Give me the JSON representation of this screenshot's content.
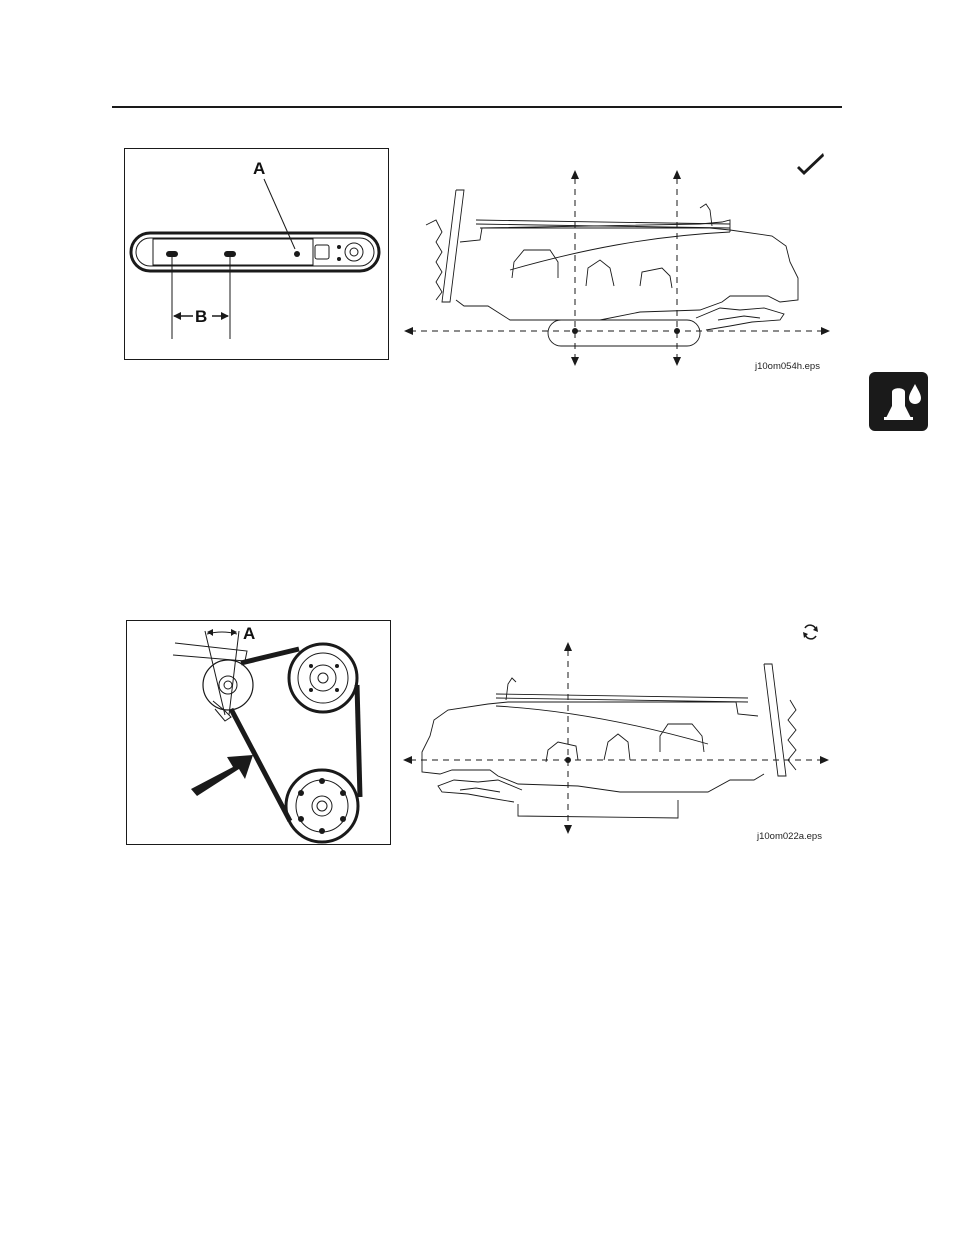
{
  "figure_1": {
    "label_a": "A",
    "label_b": "B",
    "filename": "j10om054h.eps",
    "icon": "checkmark-icon"
  },
  "figure_2": {
    "label_a": "A",
    "filename": "j10om022a.eps",
    "icon": "rotate-arrows-icon"
  },
  "side_tab_icon": "oil-drop-icon",
  "colors": {
    "ink": "#1a1a1a",
    "paper": "#ffffff"
  }
}
